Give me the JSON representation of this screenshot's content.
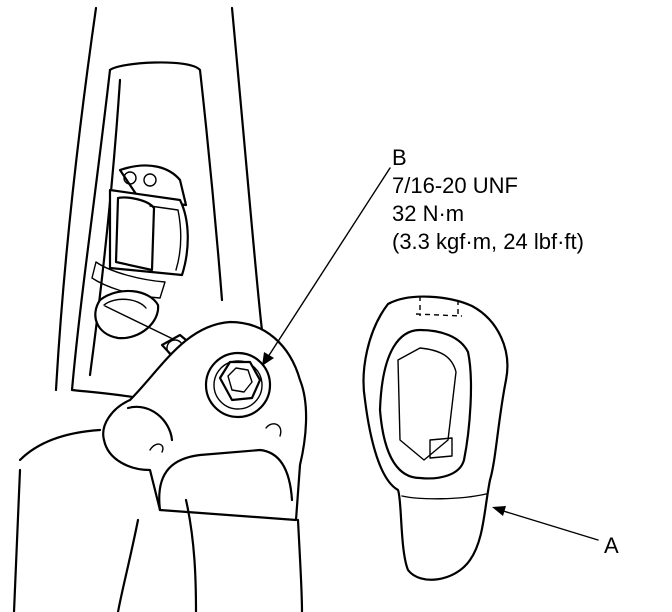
{
  "callouts": {
    "b": {
      "letter": "B",
      "thread": "7/16-20 UNF",
      "torque_nm": "32 N·m",
      "torque_alt": "(3.3 kgf·m, 24 lbf·ft)"
    },
    "a": {
      "letter": "A"
    }
  }
}
